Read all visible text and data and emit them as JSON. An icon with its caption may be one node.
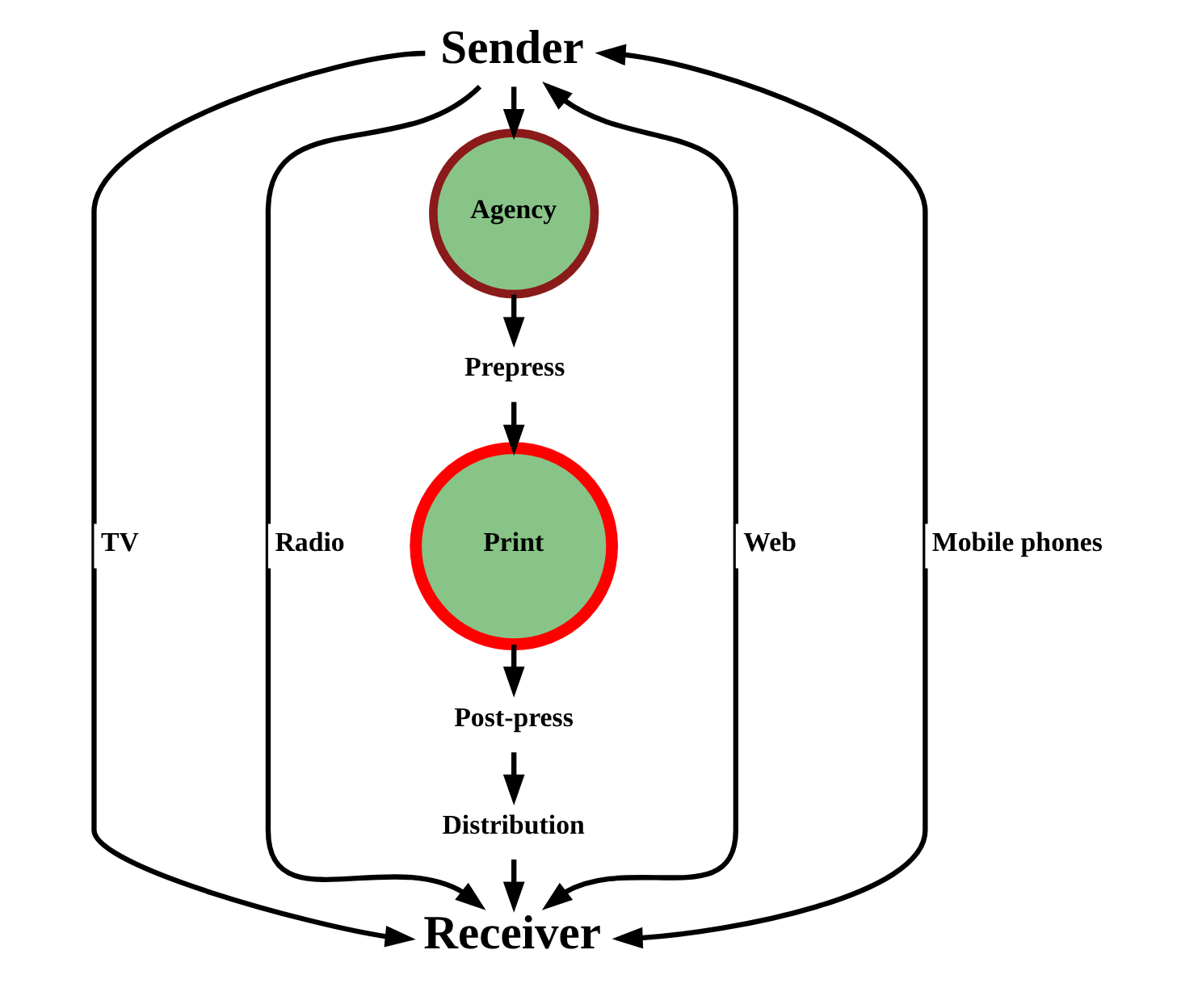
{
  "diagram": {
    "nodes": [
      {
        "text": [
          "Sender"
        ]
      },
      {
        "text": [
          "Agency"
        ]
      },
      {
        "text": [
          "Prepress"
        ]
      },
      {
        "text": [
          "Print"
        ]
      },
      {
        "text": [
          "Post-press"
        ]
      },
      {
        "text": [
          "Distribution"
        ]
      },
      {
        "text": [
          "Receiver"
        ]
      }
    ],
    "edges": [
      {
        "from": 0,
        "to": 6,
        "label": "TV",
        "arrow": "to"
      },
      {
        "from": 0,
        "to": 6,
        "label": "Radio",
        "arrow": "to"
      },
      {
        "from": 0,
        "to": 1,
        "arrow": "to"
      },
      {
        "from": 1,
        "to": 2,
        "arrow": "to"
      },
      {
        "from": 2,
        "to": 3,
        "arrow": "to"
      },
      {
        "from": 3,
        "to": 4,
        "arrow": "to"
      },
      {
        "from": 4,
        "to": 5,
        "arrow": "to"
      },
      {
        "from": 5,
        "to": 6,
        "arrow": "to"
      },
      {
        "from": 6,
        "to": 0,
        "label": "Web",
        "arrow": "both"
      },
      {
        "from": 6,
        "to": 0,
        "label": "Mobile phones",
        "arrow": "both"
      }
    ]
  }
}
